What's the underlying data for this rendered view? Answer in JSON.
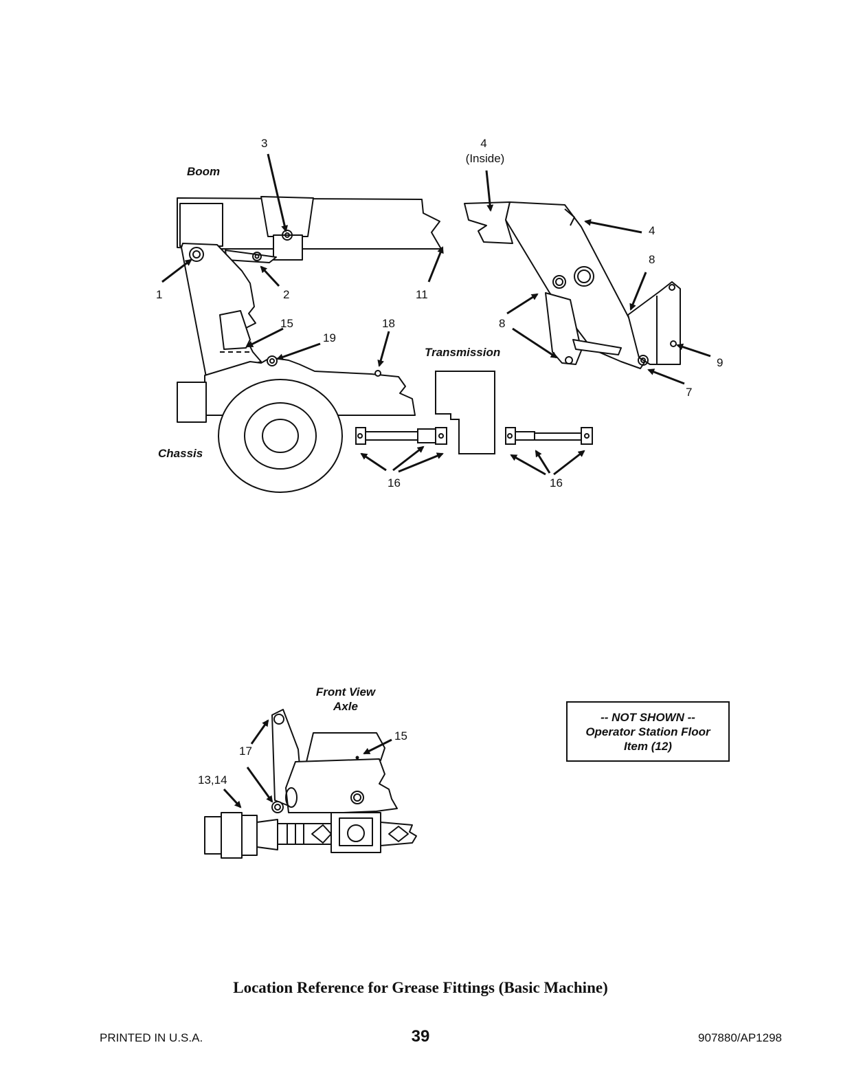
{
  "sections": {
    "boom": "Boom",
    "chassis": "Chassis",
    "transmission": "Transmission",
    "front_view": "Front View",
    "axle": "Axle"
  },
  "callouts": {
    "c1": "1",
    "c2": "2",
    "c3": "3",
    "c4_top": "4",
    "c4_inside": "(Inside)",
    "c4_right": "4",
    "c7": "7",
    "c8_top": "8",
    "c8_left": "8",
    "c9": "9",
    "c11": "11",
    "c15_chassis": "15",
    "c16_left": "16",
    "c16_right": "16",
    "c18": "18",
    "c19": "19",
    "c13_14": "13,14",
    "c15_axle": "15",
    "c17": "17"
  },
  "note_box": {
    "line1": "-- NOT SHOWN --",
    "line2": "Operator Station Floor",
    "line3": "Item (12)"
  },
  "caption": "Location Reference for Grease Fittings (Basic Machine)",
  "footer": {
    "left": "PRINTED IN U.S.A.",
    "page": "39",
    "right": "907880/AP1298"
  },
  "colors": {
    "ink": "#111111",
    "paper": "#ffffff"
  }
}
